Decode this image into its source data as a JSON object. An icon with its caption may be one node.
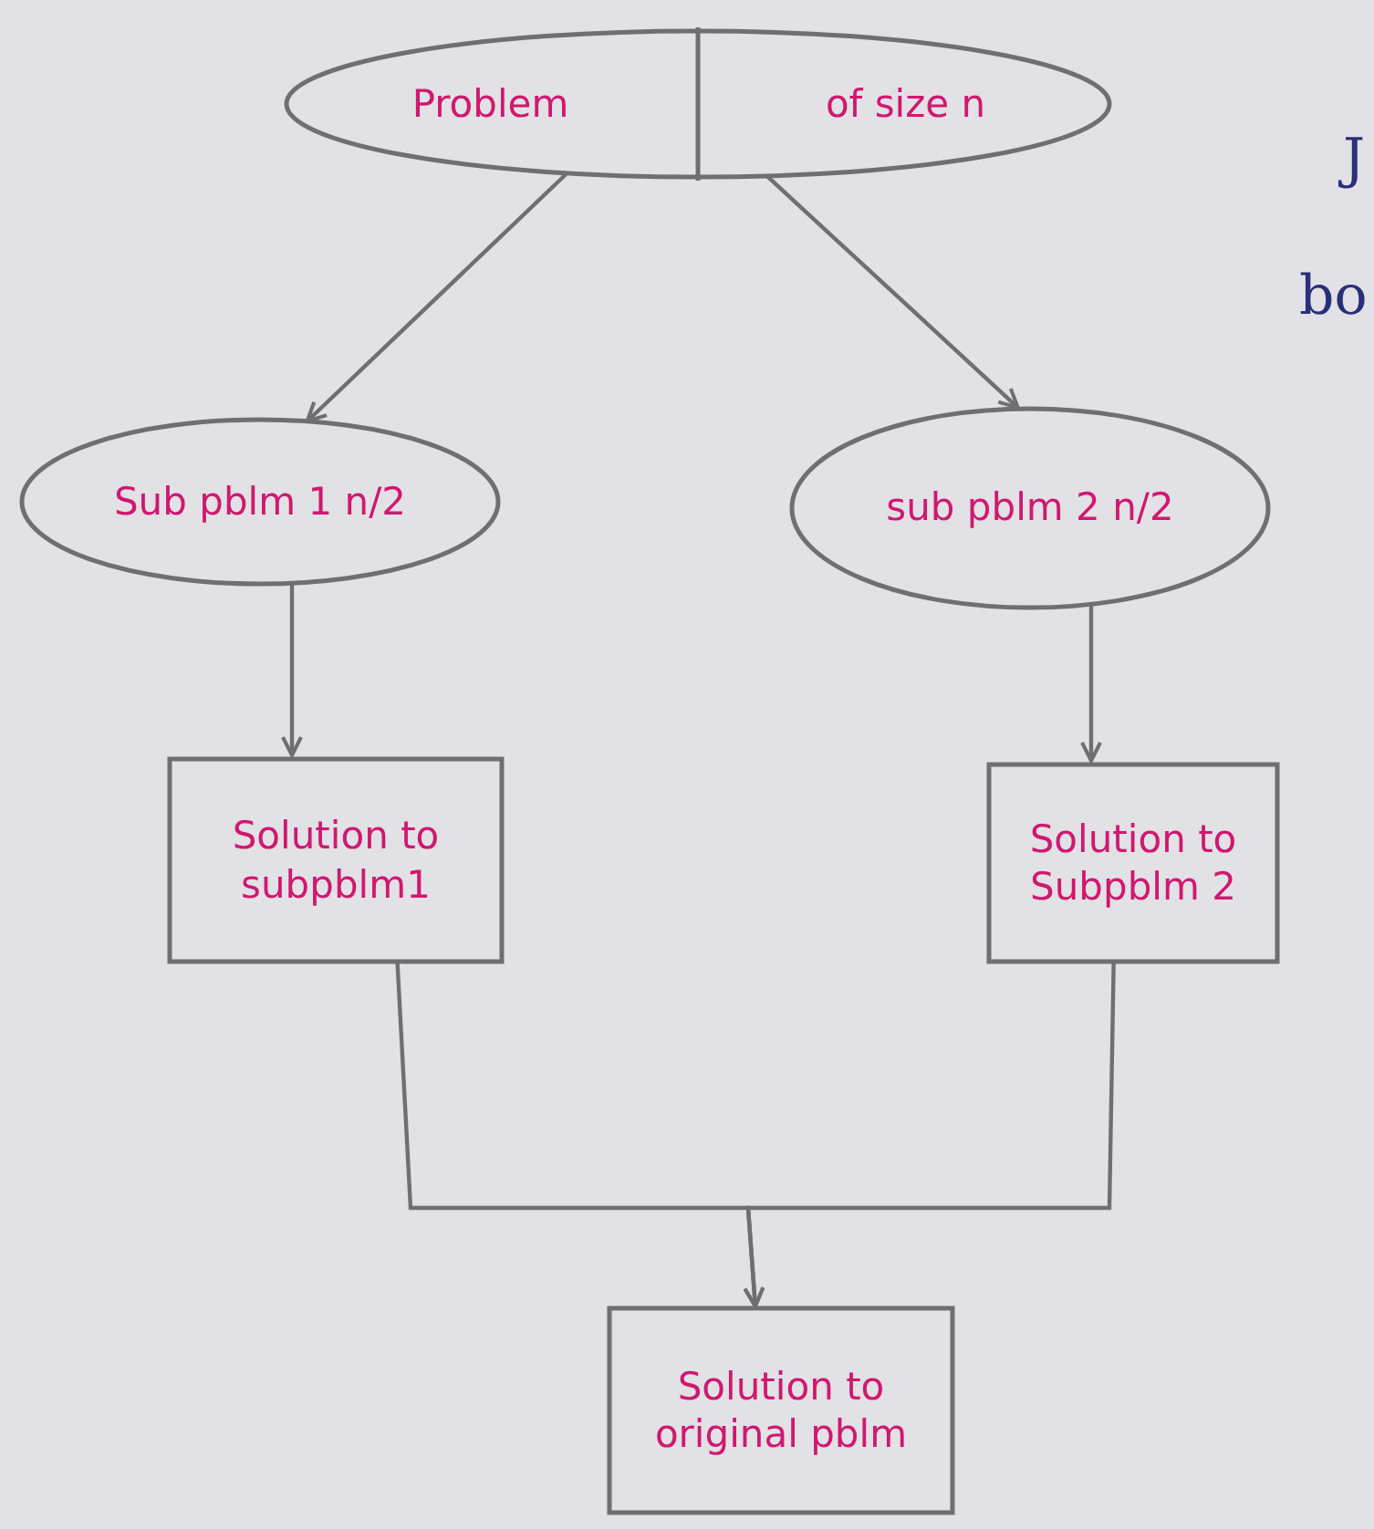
{
  "diagram": {
    "nodes": [
      {
        "text": [
          "Problem",
          "of size n"
        ]
      },
      {
        "text": [
          "Sub pblm 1 n/2"
        ]
      },
      {
        "text": [
          "sub pblm 2 n/2"
        ]
      },
      {
        "text": [
          "Solution to subpblm1"
        ]
      },
      {
        "text": [
          "Solution to Subpblm 2"
        ]
      },
      {
        "text": [
          "Solution to original pblm"
        ]
      }
    ],
    "edges": [
      {
        "from": 0,
        "to": 1,
        "arrow": "to"
      },
      {
        "from": 0,
        "to": 2,
        "arrow": "to"
      },
      {
        "from": 1,
        "to": 3,
        "arrow": "to"
      },
      {
        "from": 2,
        "to": 4,
        "arrow": "to"
      },
      {
        "from": 3,
        "to": 5,
        "arrow": "to"
      },
      {
        "from": 4,
        "to": 5,
        "arrow": "to"
      }
    ],
    "labels": [
      "J",
      "bo"
    ]
  }
}
